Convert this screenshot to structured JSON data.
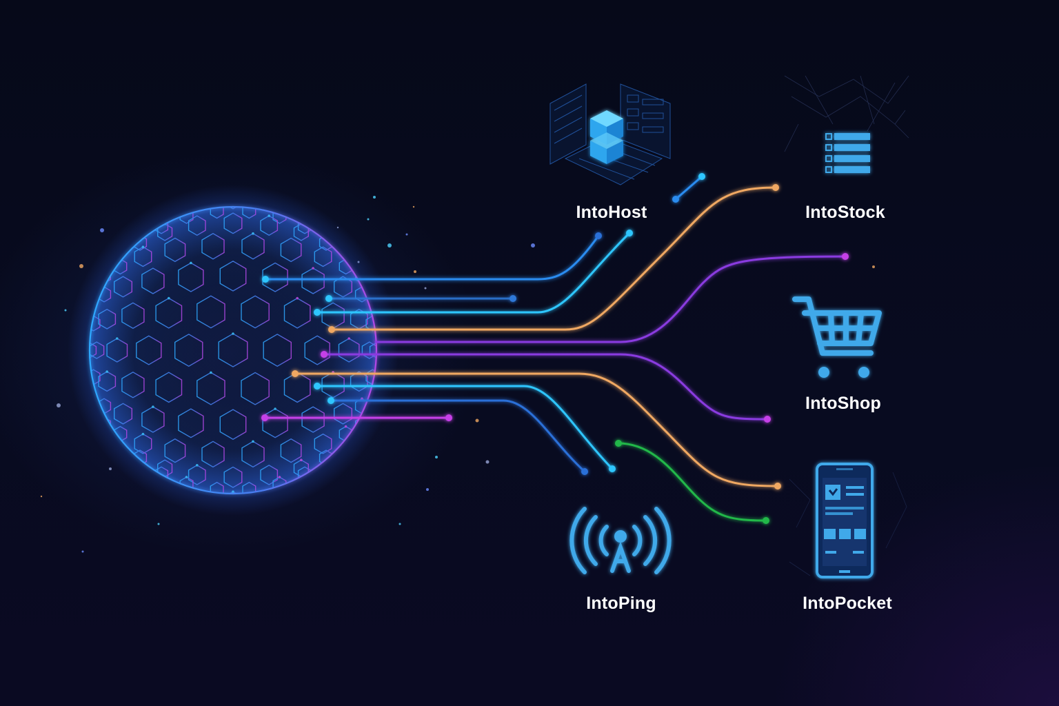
{
  "services": [
    {
      "id": "intohost",
      "label": "IntoHost",
      "icon": "server-cube-icon"
    },
    {
      "id": "intostock",
      "label": "IntoStock",
      "icon": "stock-list-icon"
    },
    {
      "id": "intoshop",
      "label": "IntoShop",
      "icon": "shopping-cart-icon"
    },
    {
      "id": "intoping",
      "label": "IntoPing",
      "icon": "signal-tower-icon"
    },
    {
      "id": "intopocket",
      "label": "IntoPocket",
      "icon": "smartphone-icon"
    }
  ],
  "colors": {
    "background": "#070a1c",
    "blue": "#2b8cf0",
    "cyan": "#2ec6ff",
    "orange": "#f0a862",
    "purple": "#8a3be0",
    "magenta": "#c640e8",
    "green": "#22b84a",
    "icon_blue": "#3fa9ea",
    "label": "#ffffff"
  }
}
